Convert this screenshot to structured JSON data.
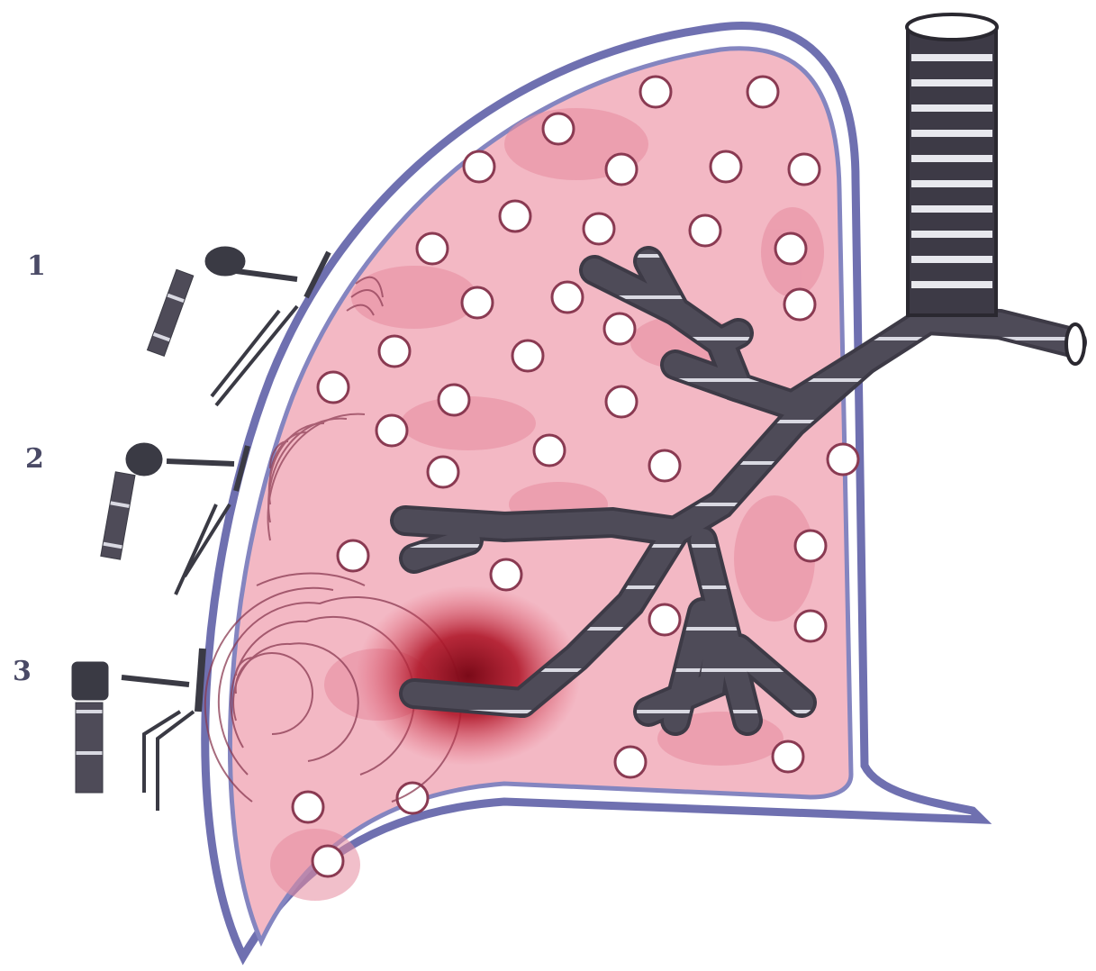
{
  "diagram": {
    "subject_icon": "lung-cross-section-icon",
    "labels": [
      {
        "id": "1",
        "text": "1"
      },
      {
        "id": "2",
        "text": "2"
      },
      {
        "id": "3",
        "text": "3"
      }
    ],
    "colors": {
      "background": "#ffffff",
      "lung_tissue": "#f3b8c4",
      "tissue_mottle": "#e58a9e",
      "pleura_outline": "#6f70b0",
      "bronchus": "#55525e",
      "bronchus_ring": "#e8e8ee",
      "alveoli": "#ffffff",
      "lesion": "#b0182a",
      "wave_lines": "#8a3a52",
      "stethoscope": "#3a3a44"
    }
  }
}
